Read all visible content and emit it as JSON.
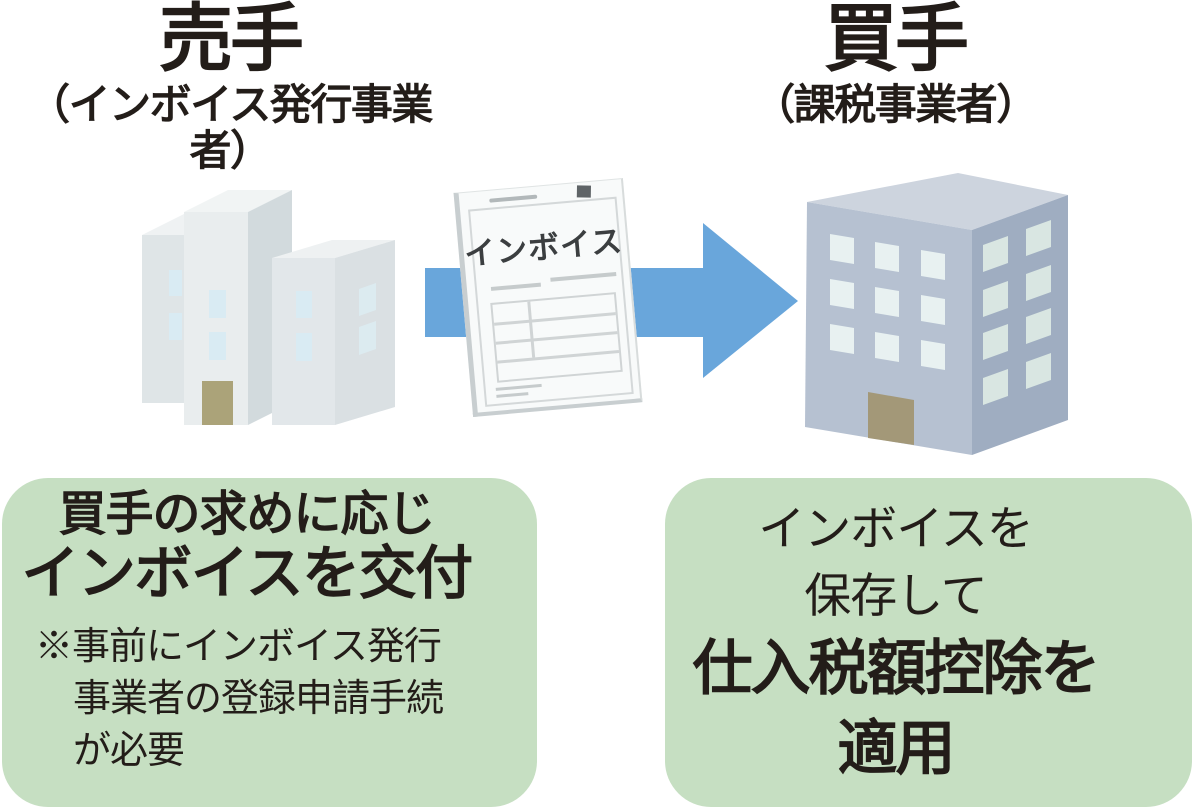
{
  "header": {
    "seller": {
      "title": "売手",
      "subtitle": "（インボイス発行事業者）"
    },
    "buyer": {
      "title": "買手",
      "subtitle": "（課税事業者）"
    }
  },
  "invoice_doc": {
    "label": "インボイス"
  },
  "seller_box": {
    "line1": "買手の求めに応じ",
    "line2": "インボイスを交付",
    "note_marker": "※",
    "note_lines": [
      "事前にインボイス発行",
      "事業者の登録申請手続",
      "が必要"
    ]
  },
  "buyer_box": {
    "line1": "インボイスを",
    "line2": "保存して",
    "line3": "仕入税額控除を",
    "line4": "適用"
  },
  "icons": {
    "seller_building": "building-cluster-icon",
    "buyer_building": "office-building-icon",
    "arrow": "right-arrow-icon",
    "document": "invoice-document-icon"
  },
  "colors": {
    "box_green": "#c6dfc2",
    "arrow_blue": "#69a6db",
    "text_dark": "#231d19"
  }
}
